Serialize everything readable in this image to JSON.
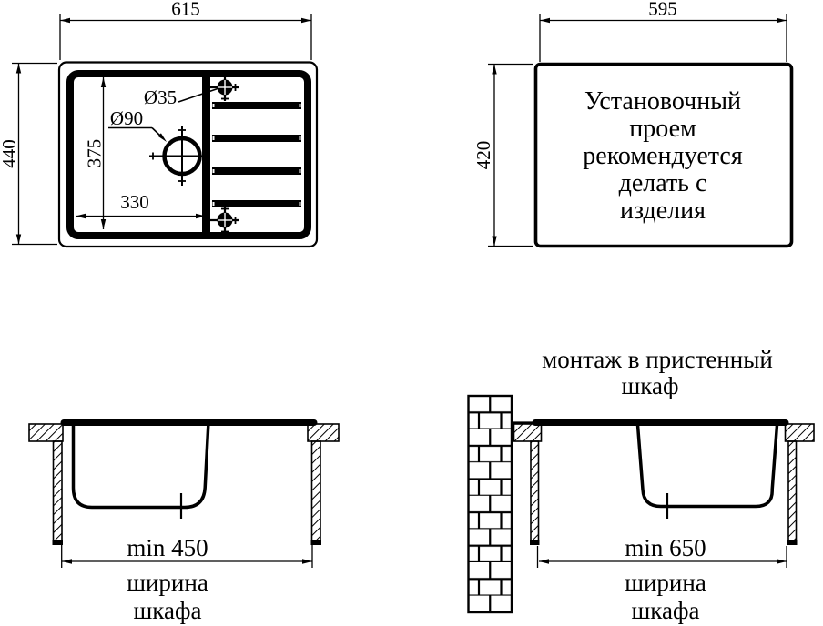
{
  "top_view": {
    "overall_width": "615",
    "overall_height": "440",
    "bowl_depth": "375",
    "bowl_width": "330",
    "faucet_hole": "Ø35",
    "drain_hole": "Ø90"
  },
  "cutout_view": {
    "width": "595",
    "height": "420",
    "note_lines": [
      "Установочный",
      "проем",
      "рекомендуется",
      "делать с",
      "изделия"
    ]
  },
  "section_standard": {
    "min_width": "min 450",
    "caption_line1": "ширина",
    "caption_line2": "шкафа"
  },
  "section_wall": {
    "title_line1": "монтаж в пристенный",
    "title_line2": "шкаф",
    "min_width": "min 650",
    "caption_line1": "ширина",
    "caption_line2": "шкафа"
  },
  "colors": {
    "ink": "#000000",
    "paper": "#ffffff"
  }
}
